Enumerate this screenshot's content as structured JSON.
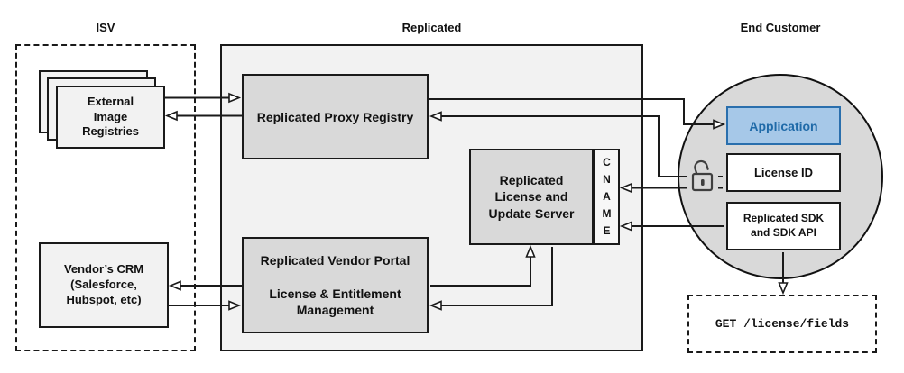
{
  "diagram": {
    "lanes": {
      "isv": "ISV",
      "replicated": "Replicated",
      "end_customer": "End Customer"
    },
    "nodes": {
      "external_image_registries": "External\nImage\nRegistries",
      "vendors_crm": "Vendor’s CRM\n(Salesforce,\nHubspot, etc)",
      "proxy_registry": "Replicated Proxy Registry",
      "vendor_portal": "Replicated Vendor Portal\n\nLicense & Entitlement\nManagement",
      "license_update_server": "Replicated\nLicense and\nUpdate Server",
      "cname": "C\nN\nA\nM\nE",
      "application": "Application",
      "license_id": "License ID",
      "replicated_sdk": "Replicated SDK\nand SDK API",
      "get_license_fields": "GET /license/fields"
    },
    "icons": {
      "lock": "open-padlock-icon"
    },
    "colors": {
      "container_gray": "#f2f2f2",
      "box_gray": "#d9d9d9",
      "circle_gray": "#d9d9d9",
      "application_fill": "#a6c8e8",
      "application_accent": "#2a6fad",
      "application_text": "#1f6aa8",
      "line": "#1a1a1a"
    },
    "connections": [
      {
        "from": "external_image_registries",
        "to": "proxy_registry"
      },
      {
        "from": "proxy_registry",
        "to": "external_image_registries"
      },
      {
        "from": "vendors_crm",
        "to": "vendor_portal"
      },
      {
        "from": "vendor_portal",
        "to": "vendors_crm"
      },
      {
        "from": "proxy_registry",
        "to": "application"
      },
      {
        "from": "license_id",
        "to": "proxy_registry"
      },
      {
        "from": "license_id",
        "to": "cname"
      },
      {
        "from": "replicated_sdk",
        "to": "cname"
      },
      {
        "from": "vendor_portal",
        "to": "license_update_server"
      },
      {
        "from": "license_update_server",
        "to": "vendor_portal"
      },
      {
        "from": "replicated_sdk",
        "to": "get_license_fields"
      }
    ]
  }
}
